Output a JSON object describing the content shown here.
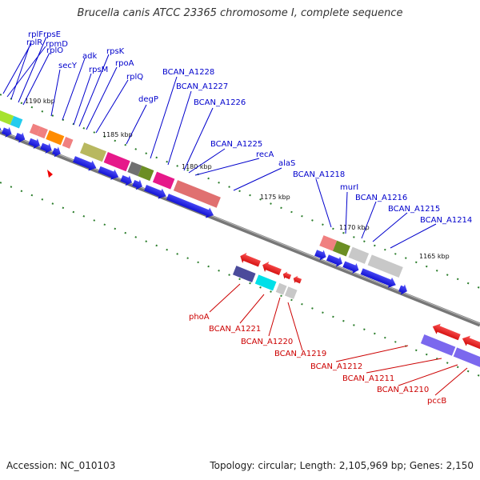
{
  "title": "Brucella canis ATCC 23365 chromosome I, complete sequence",
  "footer": {
    "accession": "Accession: NC_010103",
    "info": "Topology: circular; Length: 2,105,969 bp; Genes: 2,150"
  },
  "colors": {
    "forward_label": "#0000cc",
    "reverse_label": "#cc0000",
    "backbone": "#777777",
    "gc_dots": "#2a7d2a"
  },
  "ticks": [
    "1190 kbp",
    "1185 kbp",
    "1180 kbp",
    "1175 kbp",
    "1170 kbp",
    "1165 kbp"
  ],
  "forward_genes": [
    "rplF",
    "rpsE",
    "rplR",
    "rpmD",
    "rplO",
    "secY",
    "adk",
    "rpsM",
    "rpsK",
    "rpoA",
    "rplQ",
    "degP",
    "BCAN_A1228",
    "BCAN_A1227",
    "BCAN_A1226",
    "BCAN_A1225",
    "recA",
    "alaS",
    "BCAN_A1218",
    "murI",
    "BCAN_A1216",
    "BCAN_A1215",
    "BCAN_A1214"
  ],
  "reverse_genes": [
    "phoA",
    "BCAN_A1221",
    "BCAN_A1220",
    "BCAN_A1219",
    "BCAN_A1212",
    "BCAN_A1211",
    "BCAN_A1210",
    "pccB"
  ]
}
